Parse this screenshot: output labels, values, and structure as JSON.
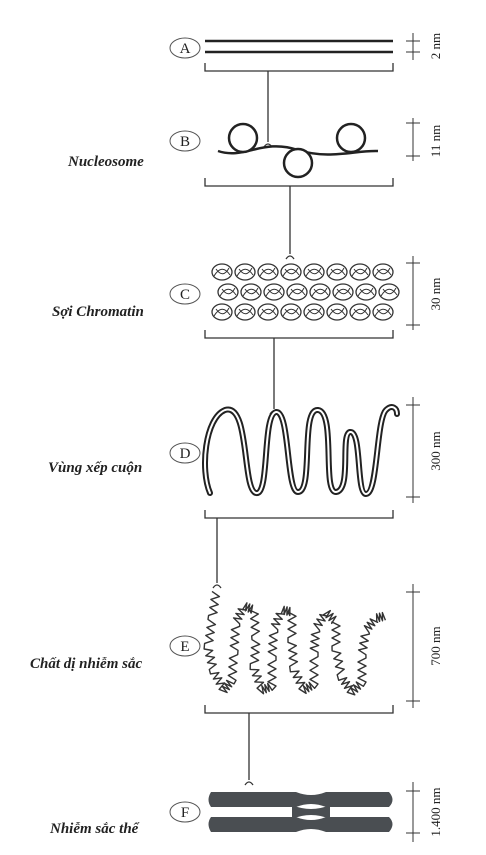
{
  "levels": [
    {
      "letter": "A",
      "name": "",
      "size": "2 nm"
    },
    {
      "letter": "B",
      "name": "Nucleosome",
      "size": "11 nm"
    },
    {
      "letter": "C",
      "name": "Sợi Chromatin",
      "size": "30 nm"
    },
    {
      "letter": "D",
      "name": "Vùng xếp cuộn",
      "size": "300 nm"
    },
    {
      "letter": "E",
      "name": "Chất dị nhiễm sắc",
      "size": "700 nm"
    },
    {
      "letter": "F",
      "name": "Nhiễm sắc thể",
      "size": "1.400 nm"
    }
  ]
}
